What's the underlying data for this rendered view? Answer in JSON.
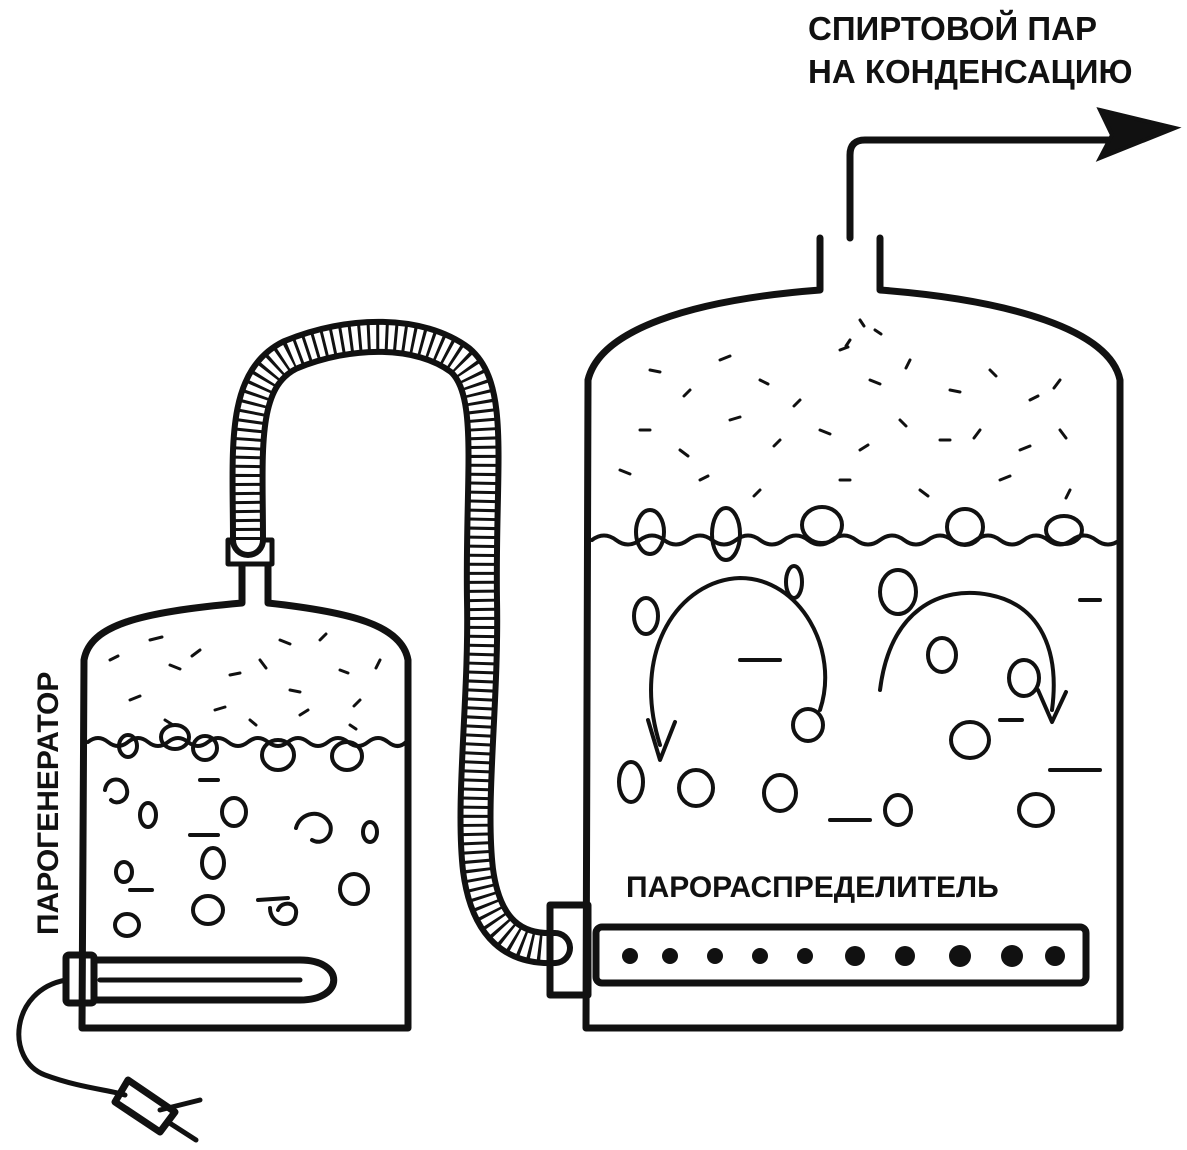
{
  "colors": {
    "ink": "#111111",
    "background": "#ffffff"
  },
  "labels": {
    "vapor_line1": "СПИРТОВОЙ ПАР",
    "vapor_line2": "НА КОНДЕНСАЦИЮ",
    "steam_generator": "ПАРОГЕНЕРАТОР",
    "steam_distributor": "ПАРОРАСПРЕДЕЛИТЕЛЬ"
  },
  "icons": {
    "heater": "heating-element-icon",
    "plug": "electric-plug-icon",
    "arrow": "outlet-arrow-icon"
  }
}
